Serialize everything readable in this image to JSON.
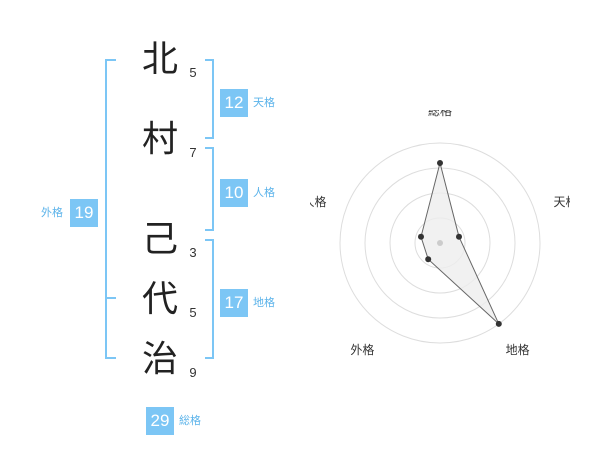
{
  "name": {
    "characters": [
      {
        "char": "北",
        "strokes": "5"
      },
      {
        "char": "村",
        "strokes": "7"
      },
      {
        "char": "己",
        "strokes": "3"
      },
      {
        "char": "代",
        "strokes": "5"
      },
      {
        "char": "治",
        "strokes": "9"
      }
    ]
  },
  "fortunes": {
    "tenkaku": {
      "label": "天格",
      "value": "12"
    },
    "jinkaku": {
      "label": "人格",
      "value": "10"
    },
    "chikaku": {
      "label": "地格",
      "value": "17"
    },
    "gaikaku": {
      "label": "外格",
      "value": "19"
    },
    "soukaku": {
      "label": "総格",
      "value": "29"
    }
  },
  "colors": {
    "accent": "#7cc6f5",
    "accent_text": "#5bb3ea",
    "radar_fill": "#eeeeee",
    "radar_line": "#666666",
    "ring": "#dddddd"
  },
  "chart_data": {
    "type": "radar",
    "axes": [
      "総格",
      "天格",
      "地格",
      "外格",
      "人格"
    ],
    "values": [
      4,
      1,
      5,
      1,
      1
    ],
    "max": 5,
    "rings": 4
  }
}
